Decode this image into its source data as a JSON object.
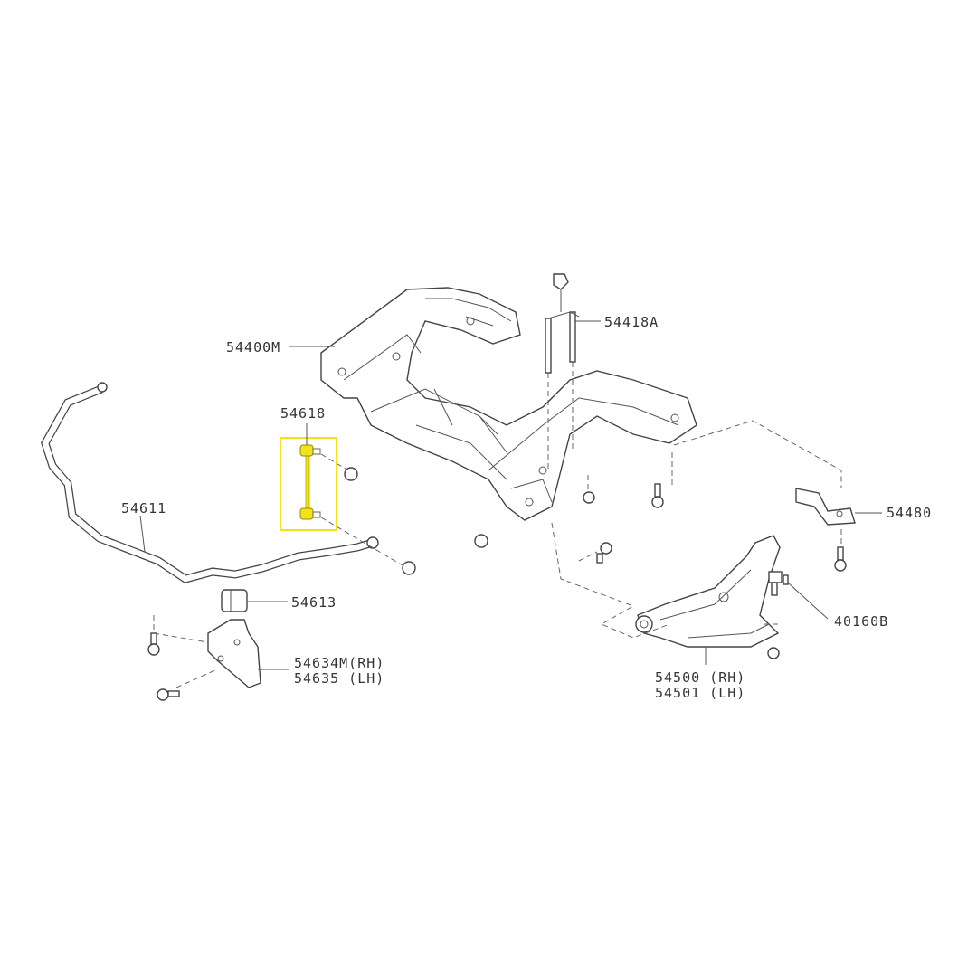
{
  "diagram": {
    "highlight_color": "#f2e21c",
    "callouts": {
      "p54400M": "54400M",
      "p54418A": "54418A",
      "p54618": "54618",
      "p54611": "54611",
      "p54613": "54613",
      "p54634M": "54634M(RH)",
      "p54635": "54635 (LH)",
      "p54480": "54480",
      "p40160B": "40160B",
      "p54500": "54500 (RH)",
      "p54501": "54501 (LH)"
    },
    "highlighted_part": "54618"
  }
}
